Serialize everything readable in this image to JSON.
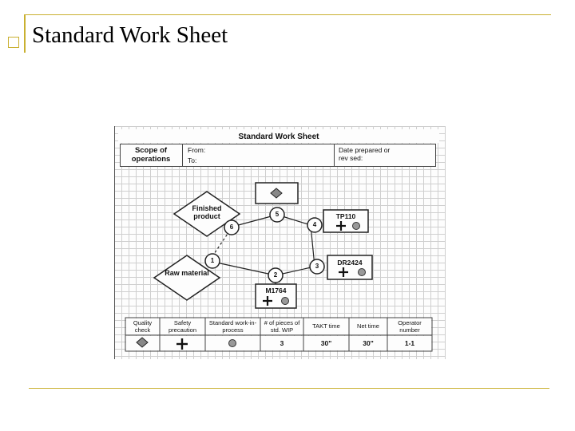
{
  "slide": {
    "title": "Standard Work Sheet"
  },
  "sheet": {
    "title": "Standard Work Sheet",
    "header": {
      "scope_label": "Scope of operations",
      "from_label": "From:",
      "to_label": "To:",
      "date_label": "Date prepared or rev sed:"
    },
    "diagram": {
      "finished_product": "Finished product",
      "raw_material": "Raw material",
      "steps": [
        "1",
        "2",
        "3",
        "4",
        "5",
        "6"
      ],
      "machines": [
        "TP110",
        "DR2424",
        "M1764"
      ]
    },
    "footer": {
      "headers": [
        "Quality check",
        "Safety precaution",
        "Standard work-in-process",
        "# of pieces of std. WIP",
        "TAKT time",
        "Net time",
        "Operator number"
      ],
      "values": [
        "",
        "",
        "",
        "3",
        "30\"",
        "30\"",
        "1-1"
      ],
      "symbols": [
        "diamond-icon",
        "plus-icon",
        "circle-icon"
      ]
    }
  }
}
